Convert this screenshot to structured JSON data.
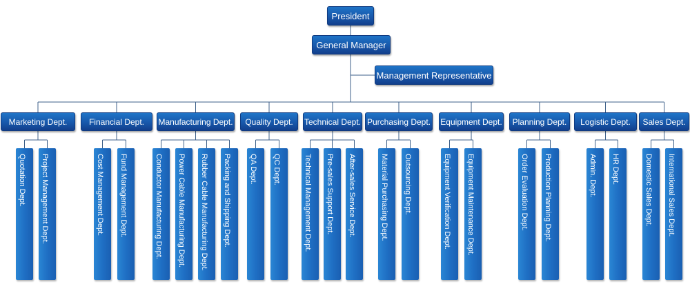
{
  "org": {
    "president": "President",
    "general_manager": "General Manager",
    "management_rep": "Management Representative",
    "departments": [
      {
        "name": "Marketing Dept.",
        "subs": [
          "Quotation Dept.",
          "Project Management Dept."
        ]
      },
      {
        "name": "Financial Dept.",
        "subs": [
          "Cost Management Dept.",
          "Fund Management Dept."
        ]
      },
      {
        "name": "Manufacturing Dept.",
        "subs": [
          "Conductor Manufacturing Dept.",
          "Power Cable Manufacturing Dept.",
          "Rubber Cable Manufacturing Dept.",
          "Packing and Shipping Dept."
        ]
      },
      {
        "name": "Quality Dept.",
        "subs": [
          "QA Dept.",
          "QC Dept."
        ]
      },
      {
        "name": "Technical Dept.",
        "subs": [
          "Technical Management Dept.",
          "Pre-sales Support Dept.",
          "After-sales Service Dept."
        ]
      },
      {
        "name": "Purchasing Dept.",
        "subs": [
          "Material Purchasing Dept.",
          "Outsourcing Dept."
        ]
      },
      {
        "name": "Equipment Dept.",
        "subs": [
          "Equipment Verification Dept.",
          "Equipment Maintenance Dept."
        ]
      },
      {
        "name": "Planning Dept.",
        "subs": [
          "Order Evaluation Dept.",
          "Production Planning Dept."
        ]
      },
      {
        "name": "Logistic Dept.",
        "subs": [
          "Admin. Dept.",
          "HR Dept."
        ]
      },
      {
        "name": "Sales Dept.",
        "subs": [
          "Domestic Sales Dept.",
          "International Sales Dept."
        ]
      }
    ]
  }
}
